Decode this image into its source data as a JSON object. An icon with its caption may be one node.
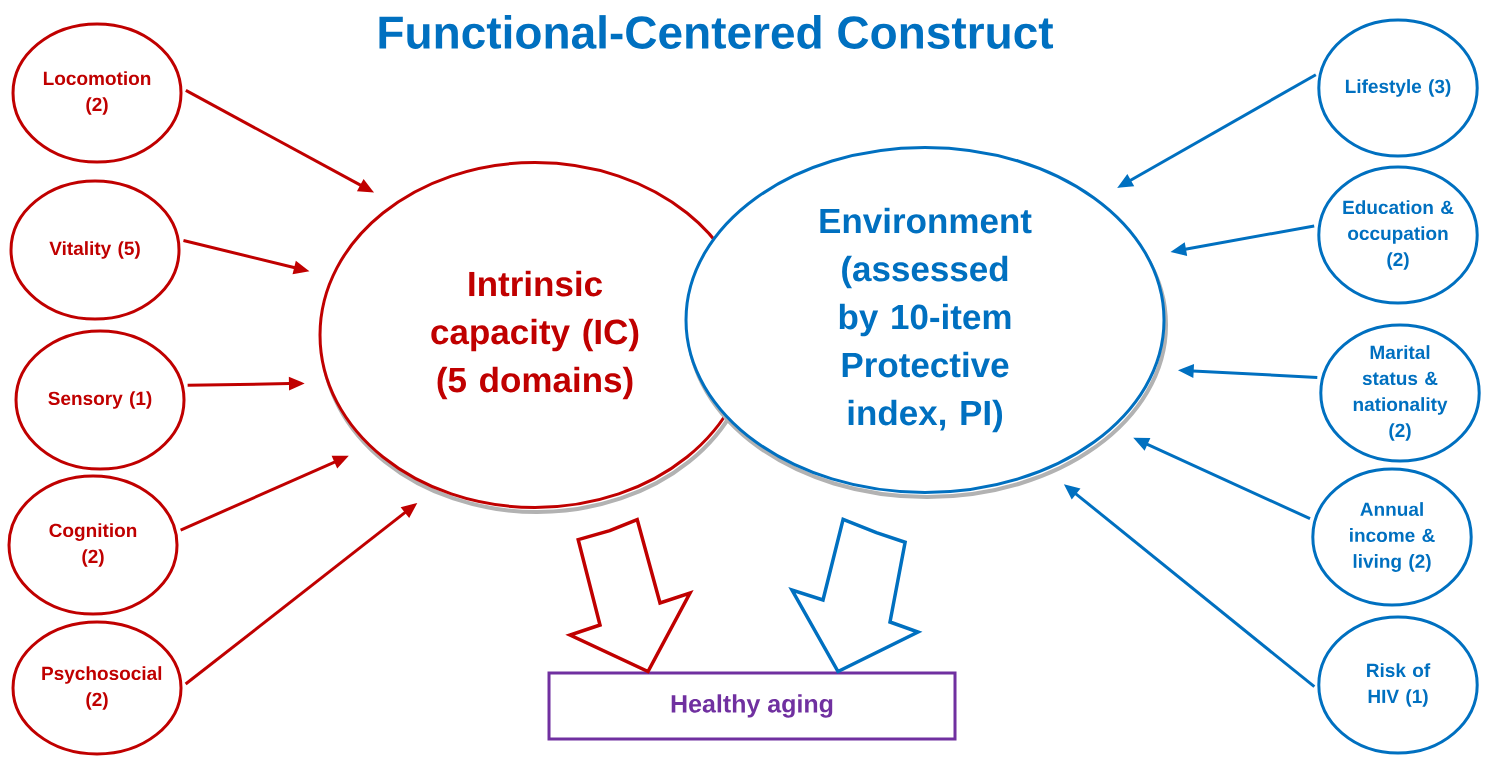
{
  "diagram": {
    "title": "Functional-Centered Construct",
    "nodes": [
      {
        "text": [
          "Locomotion (2)"
        ]
      },
      {
        "text": [
          "Vitality (5)"
        ]
      },
      {
        "text": [
          "Sensory (1)"
        ]
      },
      {
        "text": [
          "Cognition (2)"
        ]
      },
      {
        "text": [
          "Psychosocial (2)"
        ]
      },
      {
        "text": [
          "Intrinsic capacity (IC) (5 domains)"
        ]
      },
      {
        "text": [
          "Environment (assessed by 10-item Protective index, PI)"
        ]
      },
      {
        "text": [
          "Lifestyle (3)"
        ]
      },
      {
        "text": [
          "Education & occupation (2)"
        ]
      },
      {
        "text": [
          "Marital status & nationality (2)"
        ]
      },
      {
        "text": [
          "Annual income & living (2)"
        ]
      },
      {
        "text": [
          "Risk of HIV (1)"
        ]
      },
      {
        "text": [
          "Healthy aging"
        ]
      }
    ],
    "edges": [
      {
        "from": 0,
        "to": 5,
        "arrow": "to",
        "color": "#c00000"
      },
      {
        "from": 1,
        "to": 5,
        "arrow": "to",
        "color": "#c00000"
      },
      {
        "from": 2,
        "to": 5,
        "arrow": "to",
        "color": "#c00000"
      },
      {
        "from": 3,
        "to": 5,
        "arrow": "to",
        "color": "#c00000"
      },
      {
        "from": 4,
        "to": 5,
        "arrow": "to",
        "color": "#c00000"
      },
      {
        "from": 7,
        "to": 6,
        "arrow": "to",
        "color": "#0070c0"
      },
      {
        "from": 8,
        "to": 6,
        "arrow": "to",
        "color": "#0070c0"
      },
      {
        "from": 9,
        "to": 6,
        "arrow": "to",
        "color": "#0070c0"
      },
      {
        "from": 10,
        "to": 6,
        "arrow": "to",
        "color": "#0070c0"
      },
      {
        "from": 11,
        "to": 6,
        "arrow": "to",
        "color": "#0070c0"
      },
      {
        "from": 5,
        "to": 12,
        "arrow": "to",
        "color": "#c00000"
      },
      {
        "from": 6,
        "to": 12,
        "arrow": "to",
        "color": "#0070c0"
      }
    ]
  }
}
